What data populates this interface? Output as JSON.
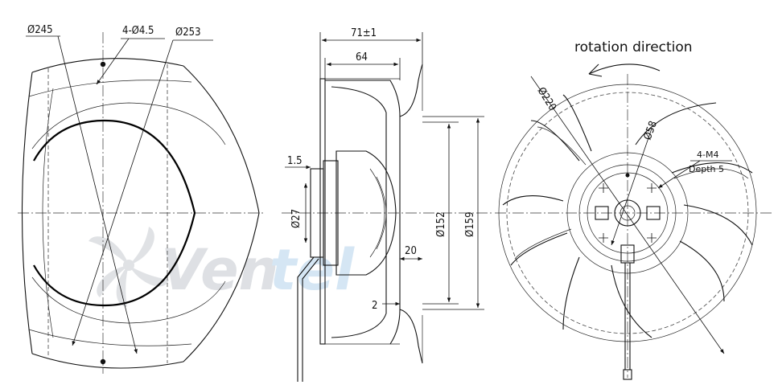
{
  "front_view": {
    "dim_d245": "Ø245",
    "dim_holes": "4-Ø4.5",
    "dim_d253": "Ø253"
  },
  "side_view": {
    "dim_71": "71±1",
    "dim_64": "64",
    "dim_1_5": "1.5",
    "dim_d27": "Ø27",
    "dim_d152": "Ø152",
    "dim_d159": "Ø159",
    "dim_20": "20",
    "dim_2": "2"
  },
  "rear_view": {
    "rotation_label": "rotation direction",
    "dim_d220": "Ø220",
    "dim_d58": "Ø58",
    "thread_label": "4-M4",
    "depth_label": "Depth 5"
  },
  "watermark": {
    "text_a": "Ven",
    "text_b": "tel",
    "color_a": "#c9ccd1",
    "color_b": "#b9d6ec"
  }
}
